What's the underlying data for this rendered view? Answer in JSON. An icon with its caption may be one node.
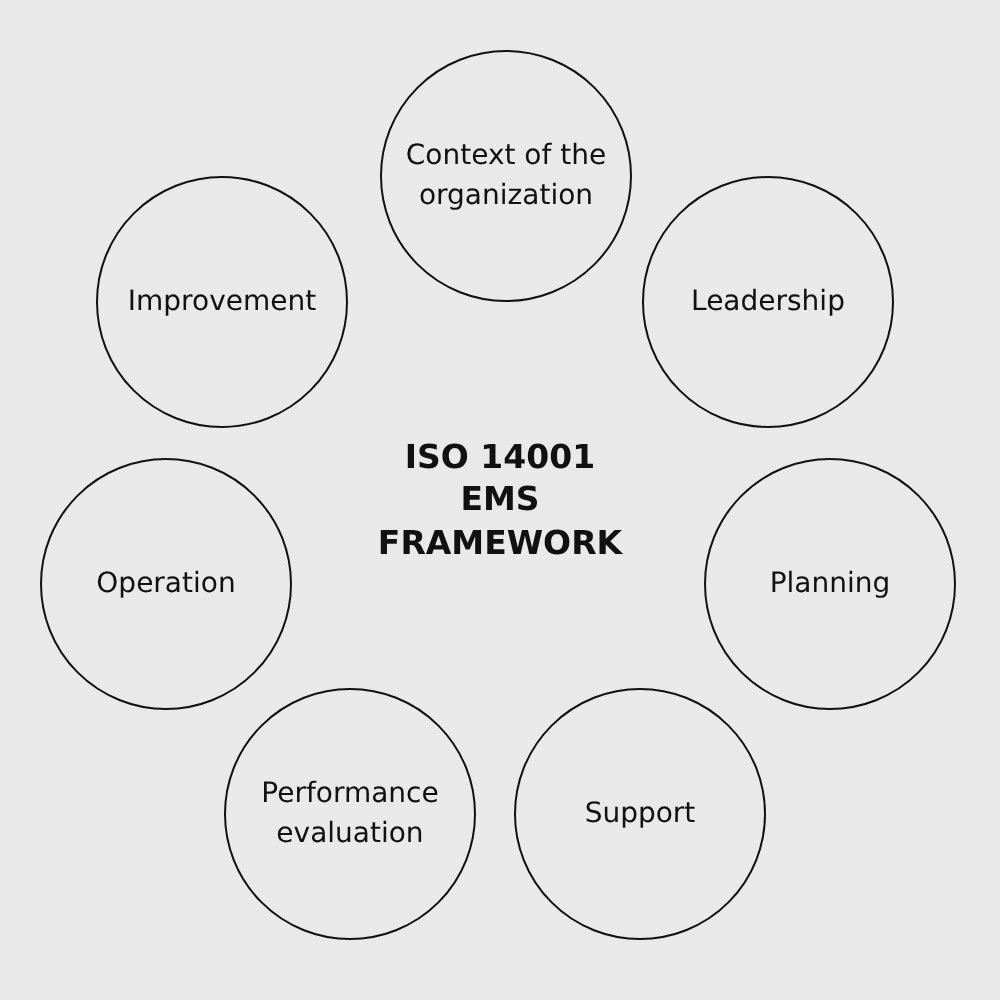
{
  "diagram": {
    "title": "ISO 14001 EMS FRAMEWORK",
    "nodes": [
      {
        "text": [
          "Context of the organization"
        ]
      },
      {
        "text": [
          "Leadership"
        ]
      },
      {
        "text": [
          "Planning"
        ]
      },
      {
        "text": [
          "Support"
        ]
      },
      {
        "text": [
          "Performance evaluation"
        ]
      },
      {
        "text": [
          "Operation"
        ]
      },
      {
        "text": [
          "Improvement"
        ]
      }
    ]
  }
}
